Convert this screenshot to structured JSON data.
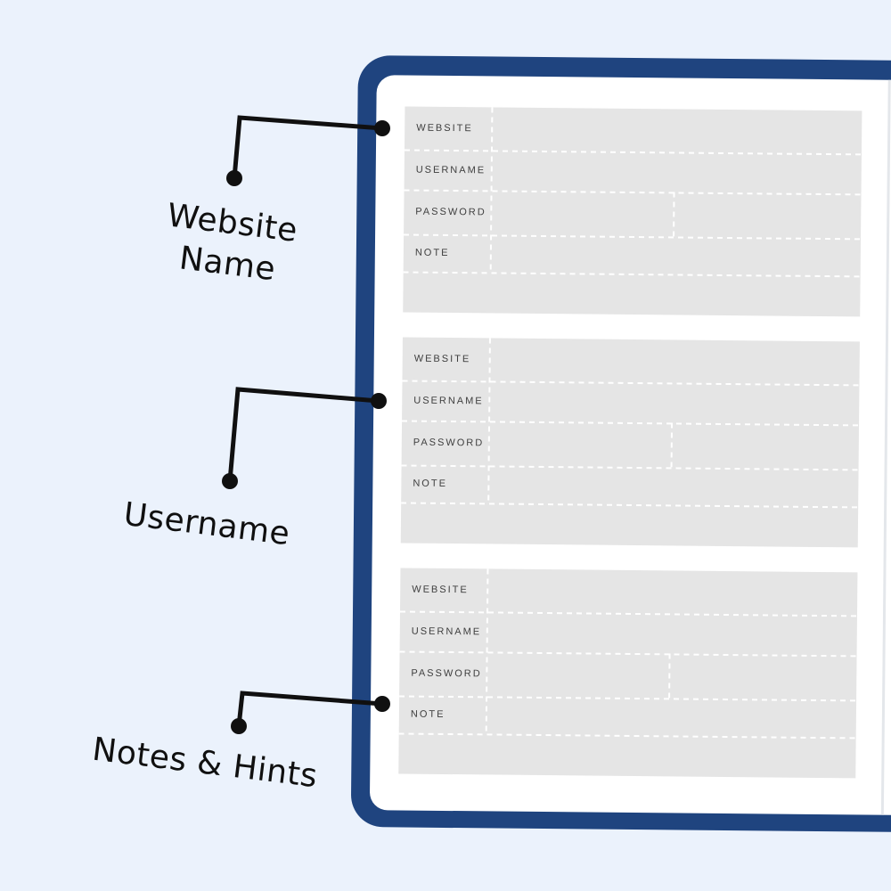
{
  "callouts": [
    {
      "id": "website-name",
      "lines": [
        "Website",
        "Name"
      ]
    },
    {
      "id": "username",
      "lines": [
        "Username"
      ]
    },
    {
      "id": "notes-hints",
      "lines": [
        "Notes & Hints"
      ]
    }
  ],
  "blocks": [
    {
      "rows": [
        "WEBSITE",
        "USERNAME",
        "PASSWORD",
        "NOTE"
      ]
    },
    {
      "rows": [
        "WEBSITE",
        "USERNAME",
        "PASSWORD",
        "NOTE"
      ]
    },
    {
      "rows": [
        "WEBSITE",
        "USERNAME",
        "PASSWORD",
        "NOTE"
      ]
    }
  ],
  "colors": {
    "background": "#ebf2fc",
    "frame": "#1f447f",
    "page": "#ffffff",
    "block": "#e5e5e5",
    "row_label": "#3d3d3d",
    "callout": "#101010"
  }
}
